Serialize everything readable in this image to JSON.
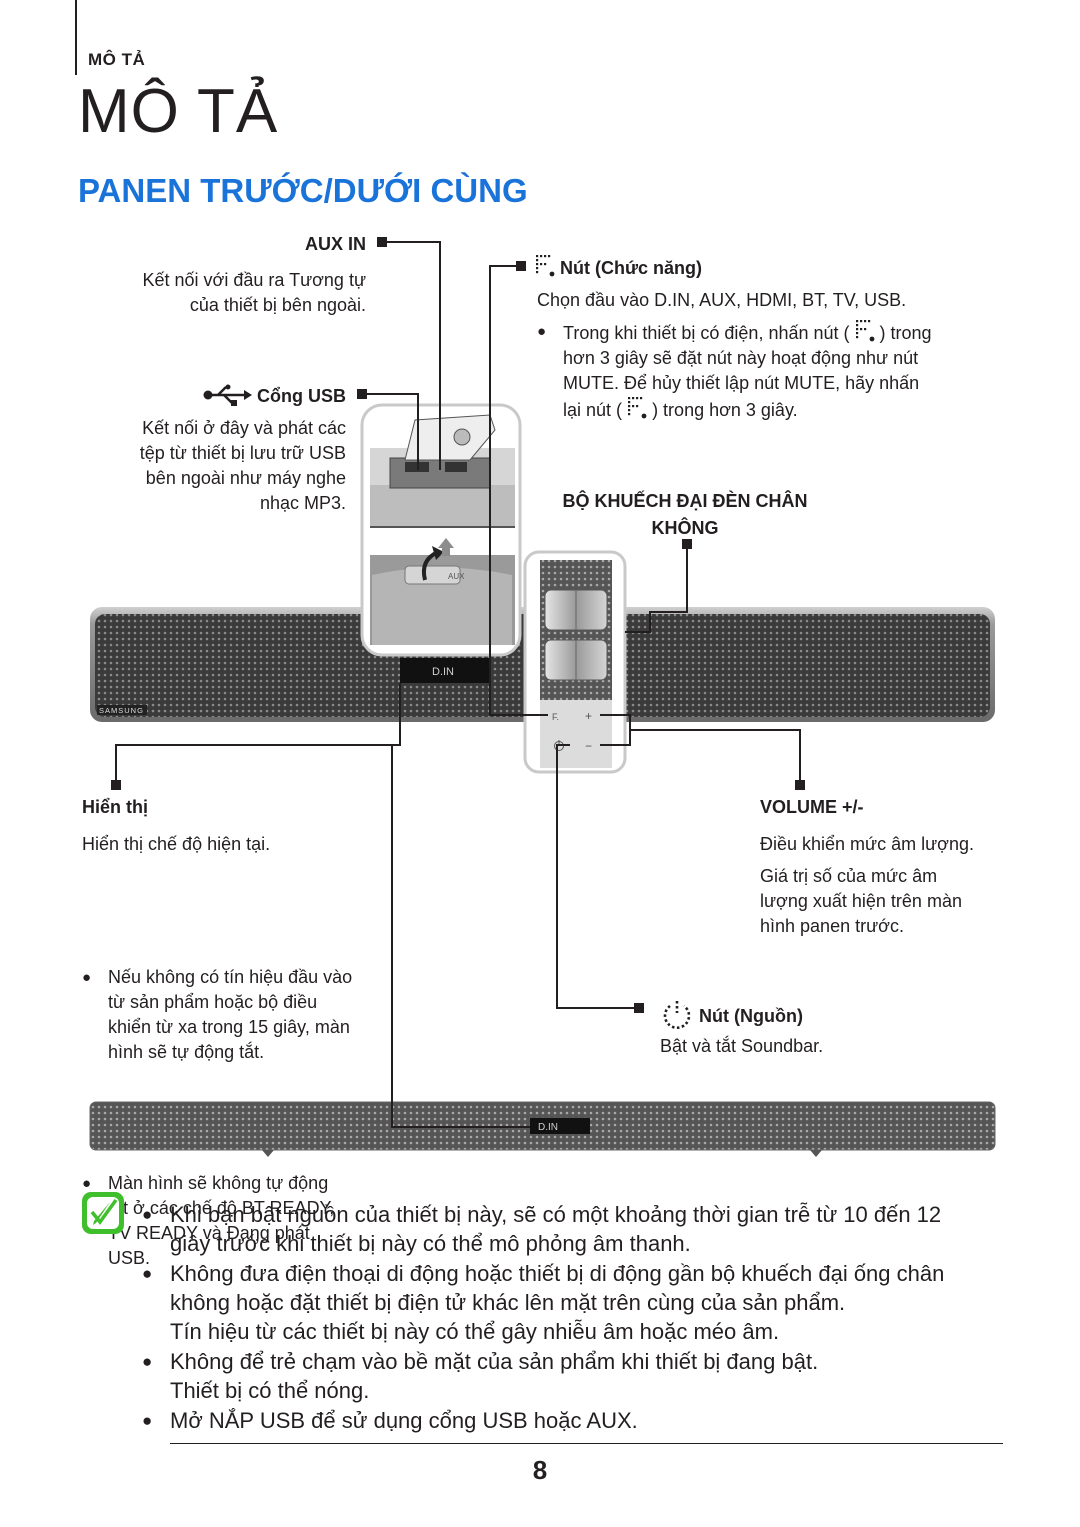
{
  "header": {
    "section_label": "MÔ TẢ",
    "title": "MÔ TẢ",
    "subtitle": "PANEN TRƯỚC/DƯỚI CÙNG",
    "accent_color": "#1a73d9"
  },
  "aux": {
    "title": "AUX IN",
    "desc_line1": "Kết nối với đầu ra Tương tự",
    "desc_line2": "của thiết bị bên ngoài."
  },
  "usb": {
    "title": "Cổng USB",
    "icon": "usb-icon",
    "desc": [
      "Kết nối ở đây và phát các",
      "tệp từ thiết bị lưu trữ USB",
      "bên ngoài như máy nghe",
      "nhạc MP3."
    ]
  },
  "function_button": {
    "title": "Nút (Chức năng)",
    "icon": "function-icon",
    "desc": "Chọn đầu vào D.IN, AUX, HDMI, BT, TV, USB.",
    "bullet_line1_a": "Trong khi thiết bị có điện, nhấn nút (",
    "bullet_line1_b": ") trong",
    "bullet_line2": "hơn 3 giây sẽ đặt nút này hoạt động như nút",
    "bullet_line3": "MUTE. Để hủy thiết lập nút MUTE, hãy nhấn",
    "bullet_line4_a": "lại nút (",
    "bullet_line4_b": ") trong hơn 3 giây."
  },
  "woofer": {
    "title_line1": "BỘ KHUẾCH ĐẠI ĐÈN CHÂN",
    "title_line2": "KHÔNG"
  },
  "display": {
    "title": "Hiển thị",
    "desc": "Hiển thị chế độ hiện tại.",
    "bullet1": [
      "Nếu không có tín hiệu đầu vào",
      "từ sản phẩm hoặc bộ điều",
      "khiển từ xa trong 15 giây, màn",
      "hình sẽ tự động tắt."
    ],
    "bullet2": [
      "Màn hình sẽ không tự động",
      "tắt ở các chế độ BT READY,",
      "TV READY và Đang phát",
      "USB."
    ]
  },
  "volume": {
    "title": "VOLUME +/-",
    "desc1": "Điều khiển mức âm lượng.",
    "desc2": [
      "Giá trị số của mức âm",
      "lượng xuất hiện trên màn",
      "hình panen trước."
    ]
  },
  "power": {
    "title": "Nút (Nguồn)",
    "icon": "power-icon",
    "desc": "Bật và tắt Soundbar."
  },
  "device": {
    "display_text": "D.IN",
    "brand": "SAMSUNG",
    "aux_label": "AUX",
    "btn_f": "F.",
    "btn_plus": "+",
    "btn_minus": "−"
  },
  "notes": {
    "icon": "note-check-icon",
    "item1_line1": "Khi bạn bật nguồn của thiết bị này, sẽ có một khoảng thời gian trễ từ 10 đến 12",
    "item1_line2": "giây trước khi thiết bị này có thể mô phỏng âm thanh.",
    "item2_line1": "Không đưa điện thoại di động hoặc thiết bị di động gần bộ khuếch đại ống chân",
    "item2_line2": "không hoặc đặt thiết bị điện tử khác lên mặt trên cùng của sản phẩm.",
    "item2_line3": "Tín hiệu từ các thiết bị này có thể gây nhiễu âm hoặc méo âm.",
    "item3_line1": "Không để trẻ chạm vào bề mặt của sản phẩm khi thiết bị đang bật.",
    "item3_line2": "Thiết bị có thể nóng.",
    "item4": "Mở NẮP USB để sử dụng cổng USB hoặc AUX."
  },
  "page_number": "8"
}
